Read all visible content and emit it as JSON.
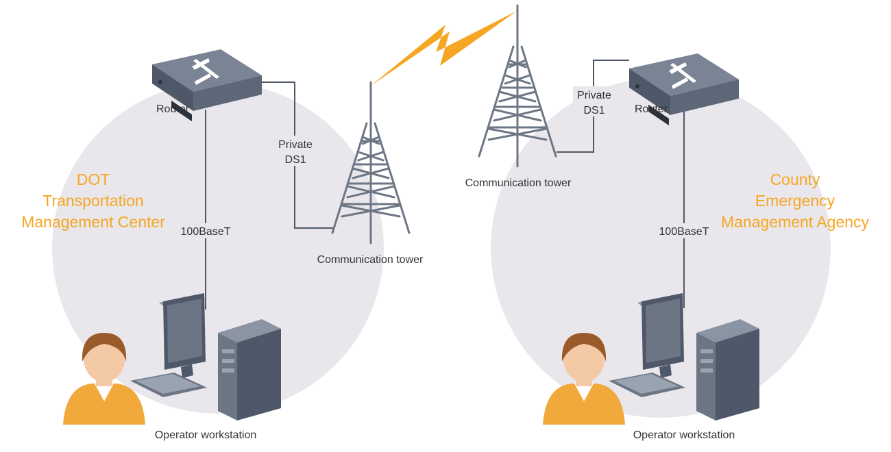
{
  "diagram": {
    "left_site": {
      "title_lines": [
        "DOT",
        "Transportation",
        "Management Center"
      ],
      "router_label": "Router",
      "link_label": "100BaseT",
      "ds1_lines": [
        "Private",
        "DS1"
      ],
      "tower_label": "Communication tower",
      "workstation_label": "Operator workstation"
    },
    "right_site": {
      "title_lines": [
        "County",
        "Emergency",
        "Management Agency"
      ],
      "router_label": "Router",
      "link_label": "100BaseT",
      "ds1_lines": [
        "Private",
        "DS1"
      ],
      "tower_label": "Communication tower",
      "workstation_label": "Operator workstation"
    },
    "colors": {
      "accent": "#f5a623",
      "site_circle": "#e9e7ec",
      "device_dark": "#4f5868",
      "device_mid": "#6b7584",
      "person_shirt": "#f2a93b",
      "person_hair": "#9a5a2a",
      "person_skin": "#f3c9a6"
    },
    "icons": [
      "router-icon",
      "tower-icon",
      "lightning-bolt-icon",
      "monitor-icon",
      "keyboard-icon",
      "pc-tower-icon",
      "person-icon"
    ]
  }
}
